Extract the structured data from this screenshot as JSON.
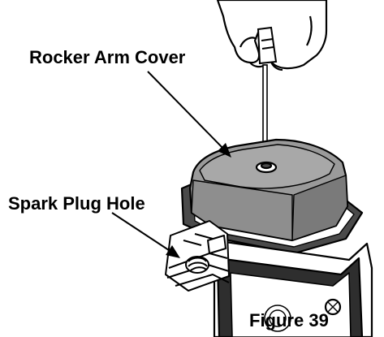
{
  "callouts": {
    "rocker_arm_cover": "Rocker Arm Cover",
    "spark_plug_hole": "Spark Plug Hole"
  },
  "caption": {
    "figure": "Figure 39"
  },
  "colors": {
    "ink": "#000000",
    "cover_fill": "#9a9a9a",
    "cover_shadow": "#7a7a7a",
    "gasket_fill": "#4a4a4a",
    "paper": "#ffffff"
  }
}
